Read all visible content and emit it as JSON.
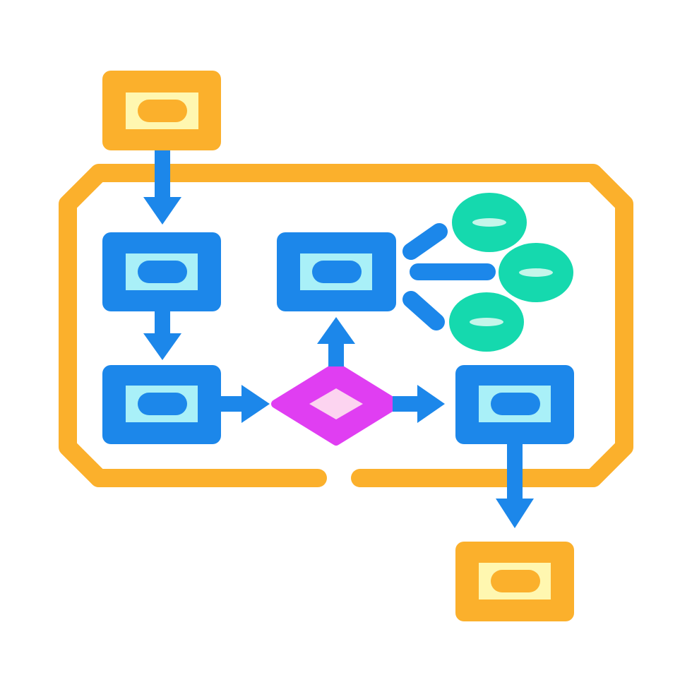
{
  "icon": {
    "name": "workflow-process-diagram-icon",
    "colors": {
      "container": "#FBB02C",
      "container_fill": "#FFF7B0",
      "process": "#1C87EA",
      "process_fill": "#A9F0F8",
      "decision": "#E03EF2",
      "decision_fill": "#FCD4F0",
      "output": "#15D9AE",
      "output_fill": "#C4F6EA",
      "background": "#FFFFFF"
    },
    "nodes": [
      {
        "id": "start",
        "kind": "terminal"
      },
      {
        "id": "step-1",
        "kind": "process"
      },
      {
        "id": "step-2",
        "kind": "process"
      },
      {
        "id": "step-3",
        "kind": "process"
      },
      {
        "id": "decision",
        "kind": "decision"
      },
      {
        "id": "step-4",
        "kind": "process"
      },
      {
        "id": "output-1",
        "kind": "output"
      },
      {
        "id": "output-2",
        "kind": "output"
      },
      {
        "id": "output-3",
        "kind": "output"
      },
      {
        "id": "end",
        "kind": "terminal"
      }
    ]
  }
}
